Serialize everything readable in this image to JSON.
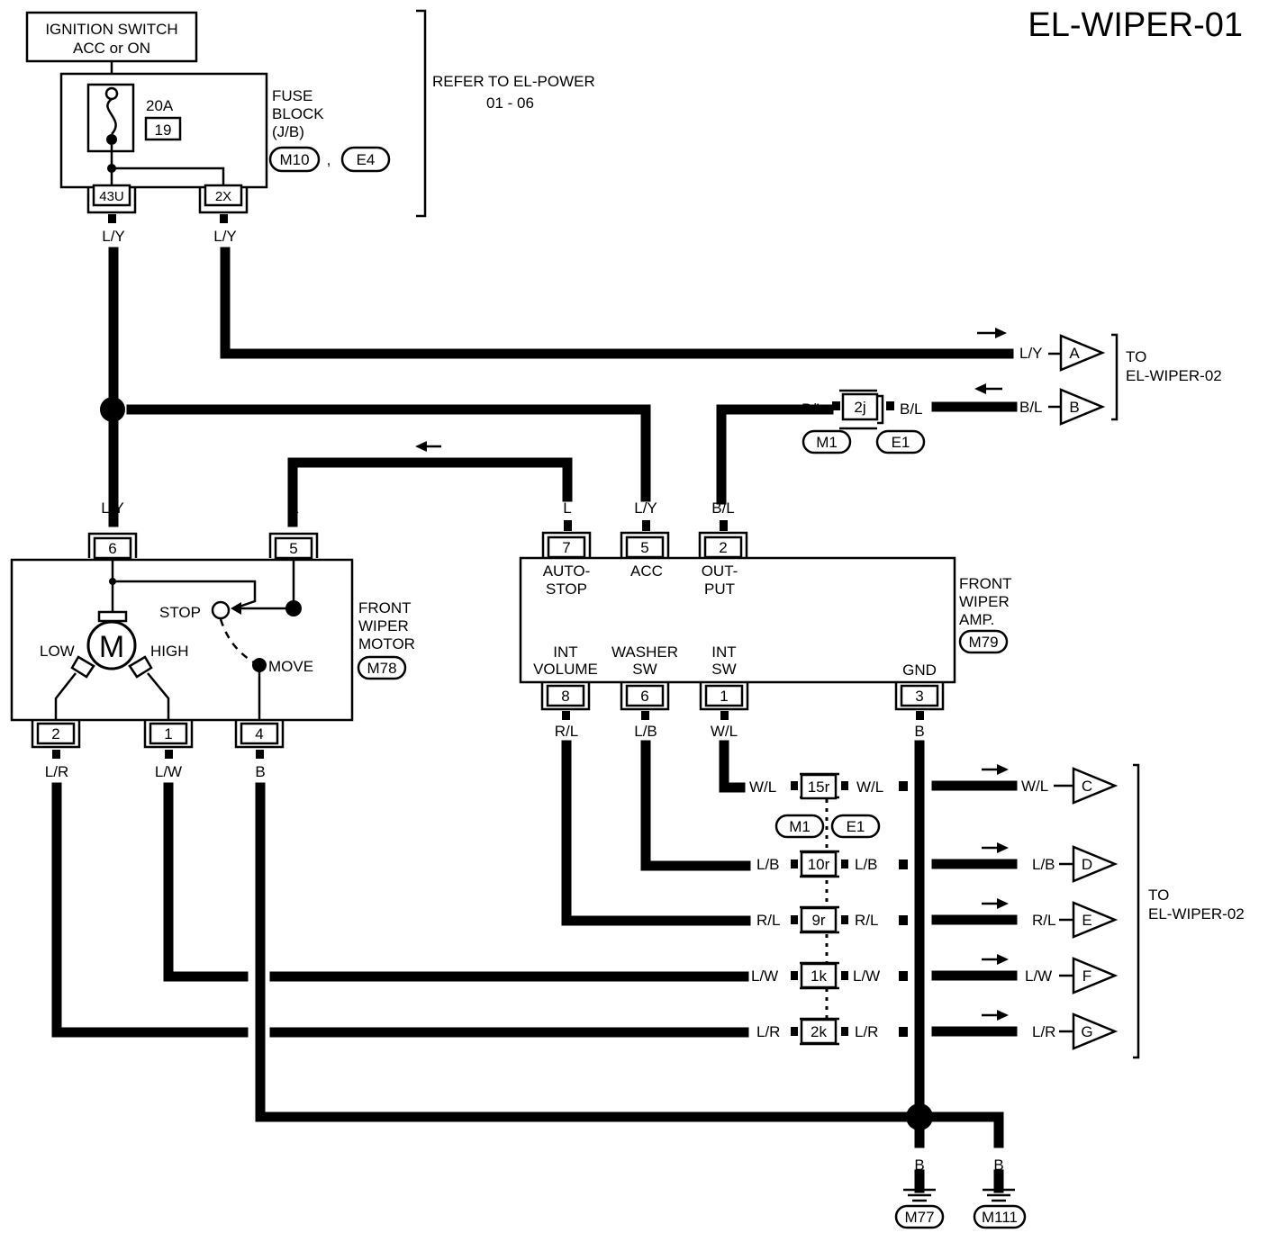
{
  "page": {
    "title": "EL-WIPER-01"
  },
  "ignition_switch": {
    "line1": "IGNITION SWITCH",
    "line2": "ACC or ON"
  },
  "fuse_block": {
    "fuse_rating": "20A",
    "fuse_number": "19",
    "label_lines": [
      "FUSE",
      "BLOCK",
      "(J/B)"
    ],
    "connectors": [
      "M10",
      "E4"
    ],
    "separator": ",",
    "terminals": [
      "43U",
      "2X"
    ]
  },
  "refer_note": {
    "line1": "REFER TO EL-POWER",
    "line2": "01 - 06"
  },
  "to_wiper_02": {
    "line1": "TO",
    "line2": "EL-WIPER-02"
  },
  "motor": {
    "label_lines": [
      "FRONT",
      "WIPER",
      "MOTOR"
    ],
    "connector": "M78",
    "symbol": "M",
    "labels": {
      "low": "LOW",
      "high": "HIGH",
      "stop": "STOP",
      "move": "MOVE"
    },
    "top_pins": [
      {
        "pin": "6",
        "wire": "L/Y"
      },
      {
        "pin": "5",
        "wire": "L"
      }
    ],
    "bottom_pins": [
      {
        "pin": "2",
        "wire": "L/R"
      },
      {
        "pin": "1",
        "wire": "L/W"
      },
      {
        "pin": "4",
        "wire": "B"
      }
    ]
  },
  "amp": {
    "label_lines": [
      "FRONT",
      "WIPER",
      "AMP."
    ],
    "connector": "M79",
    "top_pins": [
      {
        "pin": "7",
        "wire": "L",
        "name1": "AUTO-",
        "name2": "STOP"
      },
      {
        "pin": "5",
        "wire": "L/Y",
        "name1": "ACC",
        "name2": ""
      },
      {
        "pin": "2",
        "wire": "B/L",
        "name1": "OUT-",
        "name2": "PUT"
      }
    ],
    "bottom_pins": [
      {
        "pin": "8",
        "wire": "R/L",
        "name1": "INT",
        "name2": "VOLUME"
      },
      {
        "pin": "6",
        "wire": "L/B",
        "name1": "WASHER",
        "name2": "SW"
      },
      {
        "pin": "1",
        "wire": "W/L",
        "name1": "INT",
        "name2": "SW"
      },
      {
        "pin": "3",
        "wire": "B",
        "name1": "GND",
        "name2": ""
      }
    ]
  },
  "fuse_wires": [
    "L/Y",
    "L/Y"
  ],
  "ref_A": {
    "wire": "L/Y",
    "letter": "A"
  },
  "ref_B": {
    "wire": "B/L",
    "letter": "B",
    "conn_pin": "2j",
    "conn_left_wire": "B/L",
    "conn_right_wire": "B/L",
    "conn_ids": [
      "M1",
      "E1"
    ]
  },
  "harness": {
    "conn_ids": [
      "M1",
      "E1"
    ],
    "rows": [
      {
        "pin": "15r",
        "wire": "W/L",
        "letter": "C"
      },
      {
        "pin": "10r",
        "wire": "L/B",
        "letter": "D"
      },
      {
        "pin": "9r",
        "wire": "R/L",
        "letter": "E"
      },
      {
        "pin": "1k",
        "wire": "L/W",
        "letter": "F"
      },
      {
        "pin": "2k",
        "wire": "L/R",
        "letter": "G"
      }
    ]
  },
  "grounds": [
    {
      "wire": "B",
      "id": "M77"
    },
    {
      "wire": "B",
      "id": "M111"
    }
  ]
}
